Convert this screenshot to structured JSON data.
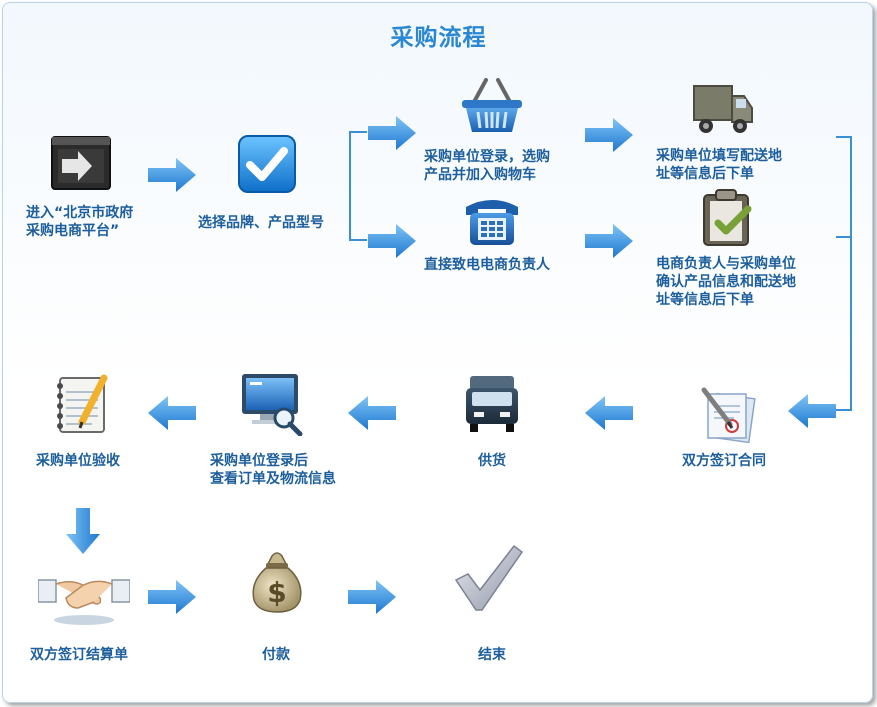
{
  "title": "采购流程",
  "steps": {
    "enter": [
      "进入“北京市政府",
      "采购电商平台”"
    ],
    "select": [
      "选择品牌、产品型号"
    ],
    "online_order": [
      "采购单位登录，选购",
      "产品并加入购物车"
    ],
    "fill_address": [
      "采购单位填写配送地",
      "址等信息后下单"
    ],
    "phone": [
      "直接致电电商负责人"
    ],
    "confirm": [
      "电商负责人与采购单位",
      "确认产品信息和配送地",
      "址等信息后下单"
    ],
    "contract": [
      "双方签订合同"
    ],
    "supply": [
      "供货"
    ],
    "view_order": [
      "采购单位登录后",
      "查看订单及物流信息"
    ],
    "accept": [
      "采购单位验收"
    ],
    "settlement": [
      "双方签订结算单"
    ],
    "payment": [
      "付款"
    ],
    "end": [
      "结束"
    ]
  },
  "icons": {
    "enter": "enter-window-icon",
    "select": "checkmark-button-icon",
    "online_order": "shopping-basket-icon",
    "fill_address": "truck-icon",
    "phone": "telephone-icon",
    "confirm": "clipboard-check-icon",
    "contract": "contract-pen-icon",
    "supply": "delivery-truck-icon",
    "view_order": "monitor-search-icon",
    "accept": "notebook-pencil-icon",
    "settlement": "handshake-icon",
    "payment": "money-bag-icon",
    "end": "checkmark-icon"
  },
  "colors": {
    "title": "#2a87d2",
    "label": "#1d5e9c",
    "arrow": "#2f8fdc",
    "connector": "#3b8fd6"
  }
}
